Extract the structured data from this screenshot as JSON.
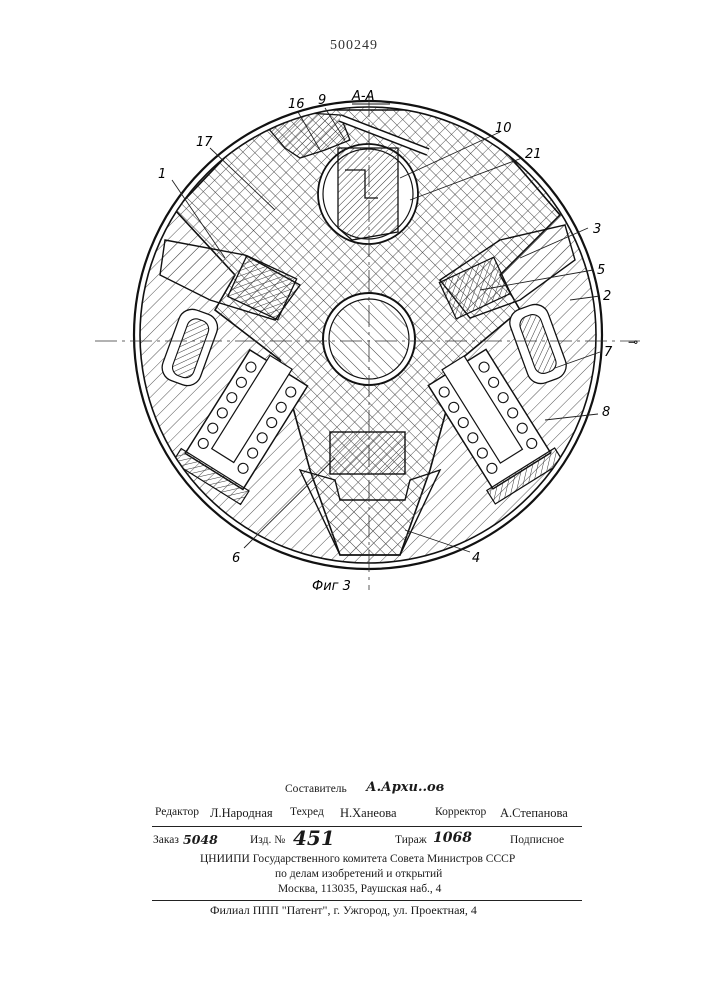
{
  "patent_number": "500249",
  "section_label": "А-А",
  "figure_caption": "Фиг 3",
  "callouts": [
    "16",
    "9",
    "10",
    "17",
    "21",
    "1",
    "3",
    "5",
    "2",
    "7",
    "8",
    "6",
    "4"
  ],
  "colophon": {
    "compiler_label": "Составитель",
    "compiler_name": "А.Архи..ов",
    "editor_label": "Редактор",
    "editor_name": "Л.Народная",
    "techred_label": "Техред",
    "techred_name": "Н.Ханеова",
    "corrector_label": "Корректор",
    "corrector_name": "А.Степанова",
    "order_label": "Заказ",
    "order_value": "5048",
    "issue_label": "Изд. №",
    "issue_value": "451",
    "print_run_label": "Тираж",
    "print_run_value": "1068",
    "subscription": "Подписное",
    "org_line1": "ЦНИИПИ Государственного комитета Совета Министров СССР",
    "org_line2": "по делам изобретений и открытий",
    "org_line3": "Москва, 113035, Раушская наб., 4",
    "branch_line": "Филиал ППП \"Патент\", г. Ужгород, ул. Проектная, 4"
  }
}
